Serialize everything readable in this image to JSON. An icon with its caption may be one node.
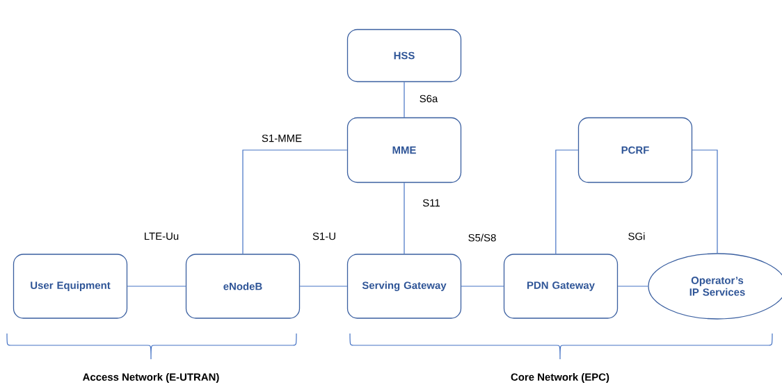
{
  "diagram": {
    "nodes": [
      {
        "text": [
          "HSS"
        ]
      },
      {
        "text": [
          "MME"
        ]
      },
      {
        "text": [
          "PCRF"
        ]
      },
      {
        "text": [
          "User Equipment"
        ]
      },
      {
        "text": [
          "eNodeB"
        ]
      },
      {
        "text": [
          "Serving Gateway"
        ]
      },
      {
        "text": [
          "PDN Gateway"
        ]
      },
      {
        "text": [
          "Operator’s IP Services"
        ]
      }
    ],
    "edges": [
      {
        "from": 0,
        "to": 1,
        "arrow": "none",
        "label": "S6a"
      },
      {
        "from": 4,
        "to": 1,
        "arrow": "none",
        "label": "S1-MME"
      },
      {
        "from": 3,
        "to": 4,
        "arrow": "none",
        "label": "LTE-Uu"
      },
      {
        "from": 4,
        "to": 5,
        "arrow": "none",
        "label": "S1-U"
      },
      {
        "from": 1,
        "to": 5,
        "arrow": "none",
        "label": "S11"
      },
      {
        "from": 5,
        "to": 6,
        "arrow": "none",
        "label": "S5/S8"
      },
      {
        "from": 6,
        "to": 7,
        "arrow": "none",
        "label": "SGi"
      },
      {
        "from": 6,
        "to": 2,
        "arrow": "none"
      },
      {
        "from": 2,
        "to": 7,
        "arrow": "none"
      }
    ],
    "labels": [
      "Access Network (E-UTRAN)",
      "Core Network (EPC)"
    ]
  }
}
